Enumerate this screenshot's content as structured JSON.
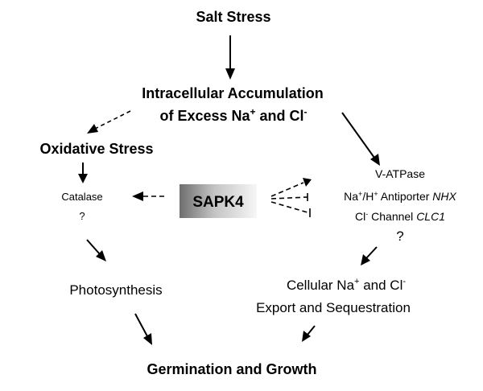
{
  "nodes": {
    "salt_stress": "Salt Stress",
    "accumulation": {
      "line1": "Intracellular Accumulation",
      "line2_prefix": "of Excess Na",
      "line2_sup1": "+",
      "line2_mid": " and Cl",
      "line2_sup2": "-"
    },
    "oxidative_stress": "Oxidative Stress",
    "catalase": "Catalase",
    "catalase_q": "?",
    "sapk4": "SAPK4",
    "transporters": {
      "vatpase": "V-ATPase",
      "antiporter_a": "Na",
      "antiporter_sup1": "+",
      "antiporter_b": "/H",
      "antiporter_sup2": "+",
      "antiporter_c": " Antiporter ",
      "antiporter_gene": "NHX",
      "channel_a": "Cl",
      "channel_sup": "-",
      "channel_b": " Channel ",
      "channel_gene": "CLC1",
      "question": "?"
    },
    "photosynthesis": "Photosynthesis",
    "export": {
      "line1_a": "Cellular Na",
      "line1_sup1": "+",
      "line1_b": " and Cl",
      "line1_sup2": "-",
      "line2": "Export and Sequestration"
    },
    "germination": "Germination and Growth"
  }
}
